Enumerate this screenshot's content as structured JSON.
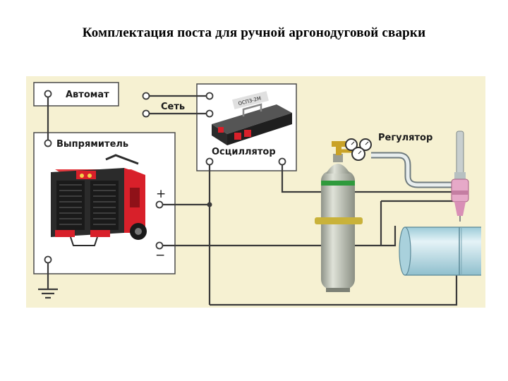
{
  "title": "Комплектация поста для ручной аргонодуговой сварки",
  "labels": {
    "breaker": "Автомат",
    "mains": "Сеть",
    "rectifier": "Выпрямитель",
    "oscillator": "Осциллятор",
    "regulator": "Регулятор",
    "plus": "+",
    "minus": "−",
    "oscillator_plate": "ОСПЗ-2М"
  },
  "colors": {
    "panel_bg": "#f6f1d2",
    "wire": "#3a3a3a",
    "rectifier_body": "#d8202a",
    "cylinder": "#b9bdb1",
    "cylinder_band": "#2f9a3c",
    "pipe": "#bfdde6",
    "torch_tip": "#e6a9c8",
    "oscillator_body": "#2b2b2b"
  }
}
